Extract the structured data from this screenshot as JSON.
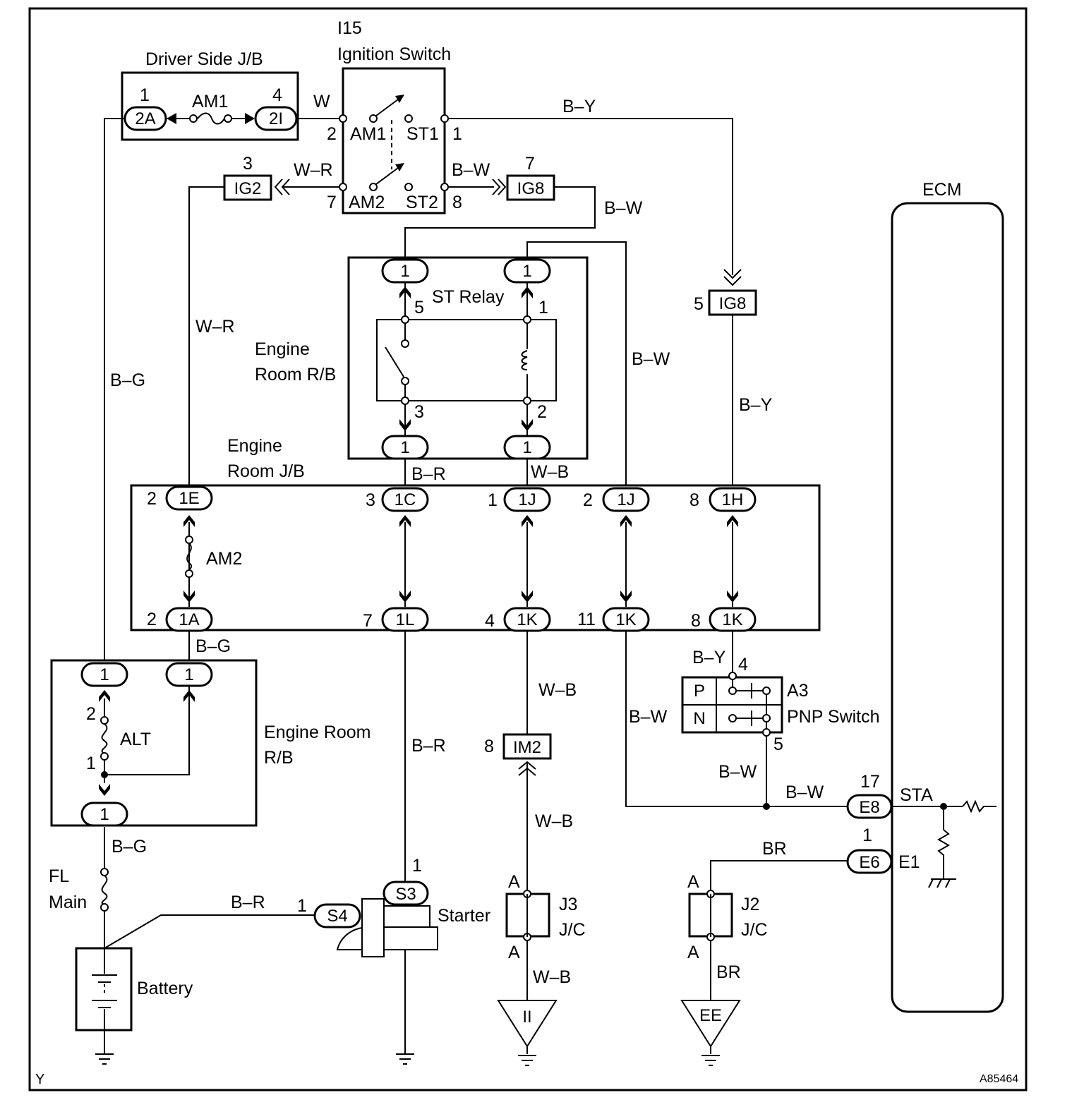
{
  "ignition_switch": {
    "code": "I15",
    "name": "Ignition Switch",
    "pins": {
      "am1": "2",
      "st1": "1",
      "am2": "7",
      "st2": "8"
    },
    "labels": {
      "am1": "AM1",
      "st1": "ST1",
      "am2": "AM2",
      "st2": "ST2"
    }
  },
  "driver_jb": {
    "title": "Driver Side J/B",
    "fuse": "AM1",
    "conn_left": "2A",
    "conn_right": "2I",
    "pin_left": "1",
    "pin_right": "4"
  },
  "ig2": {
    "label": "IG2",
    "pin": "3"
  },
  "ig8_top": {
    "label": "IG8",
    "pin": "7"
  },
  "ig8_right": {
    "label": "IG8",
    "pin": "5"
  },
  "st_relay": {
    "title": "ST Relay",
    "pins": {
      "p5": "5",
      "p1": "1",
      "p3": "3",
      "p2": "2"
    },
    "conn": "1"
  },
  "engine_room_rb_top": {
    "line1": "Engine",
    "line2": "Room R/B"
  },
  "engine_room_jb": {
    "line1": "Engine",
    "line2": "Room J/B",
    "am2": "AM2",
    "top": [
      {
        "pin": "2",
        "conn": "1E"
      },
      {
        "pin": "3",
        "conn": "1C"
      },
      {
        "pin": "1",
        "conn": "1J"
      },
      {
        "pin": "2",
        "conn": "1J"
      },
      {
        "pin": "8",
        "conn": "1H"
      }
    ],
    "bottom": [
      {
        "pin": "2",
        "conn": "1A"
      },
      {
        "pin": "7",
        "conn": "1L"
      },
      {
        "pin": "4",
        "conn": "1K"
      },
      {
        "pin": "11",
        "conn": "1K"
      },
      {
        "pin": "8",
        "conn": "1K"
      }
    ]
  },
  "engine_room_rb_bottom": {
    "line1": "Engine Room",
    "line2": "R/B",
    "fuse": "ALT",
    "pin_top": "2",
    "pin_bottom": "1",
    "conn": "1"
  },
  "fl_main": {
    "line1": "FL",
    "line2": "Main"
  },
  "battery": {
    "label": "Battery"
  },
  "starter": {
    "label": "Starter",
    "s3": "S3",
    "s3_pin": "1",
    "s4": "S4",
    "s4_pin": "1"
  },
  "im2": {
    "label": "IM2",
    "pin": "8"
  },
  "j3": {
    "line1": "J3",
    "line2": "J/C",
    "pin": "A"
  },
  "j2": {
    "line1": "J2",
    "line2": "J/C",
    "pin": "A"
  },
  "ground_ii": {
    "label": "II"
  },
  "ground_ee": {
    "label": "EE"
  },
  "pnp": {
    "code": "A3",
    "name": "PNP Switch",
    "p": "P",
    "n": "N",
    "pin_top": "4",
    "pin_bottom": "5"
  },
  "ecm": {
    "title": "ECM",
    "e8": "E8",
    "e8_pin": "17",
    "sta": "STA",
    "e6": "E6",
    "e6_pin": "1",
    "e1": "E1"
  },
  "wires": {
    "w": "W",
    "by": "B–Y",
    "wr": "W–R",
    "bw": "B–W",
    "bg": "B–G",
    "br": "B–R",
    "wb": "W–B",
    "brn": "BR"
  },
  "corner": {
    "left": "Y",
    "right": "A85464"
  }
}
